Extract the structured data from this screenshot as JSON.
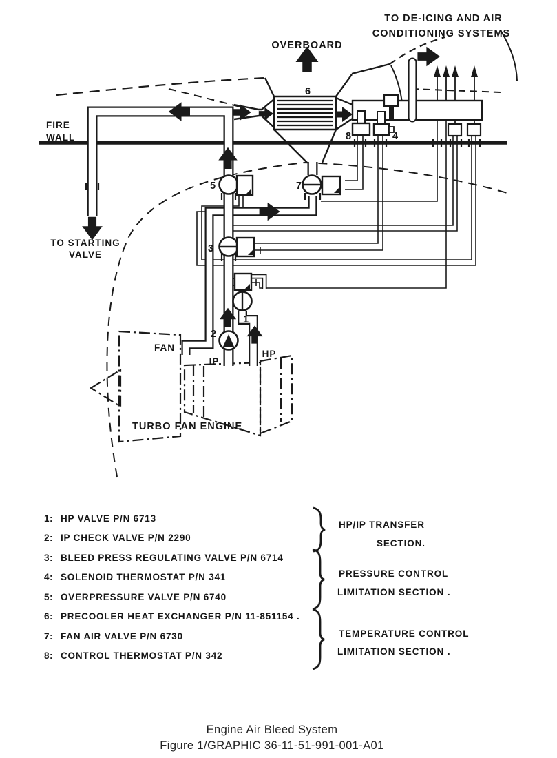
{
  "colors": {
    "ink": "#1a1a1a",
    "paper": "#ffffff"
  },
  "labels": {
    "deicing1": "TO DE-ICING AND AIR",
    "deicing2": "CONDITIONING SYSTEMS",
    "overboard": "OVERBOARD",
    "firewall1": "FIRE",
    "firewall2": "WALL",
    "starting1": "TO STARTING",
    "starting2": "VALVE",
    "fan": "FAN",
    "ip": "IP",
    "hp": "HP",
    "engine": "TURBO FAN ENGINE",
    "n1": "1",
    "n2": "2",
    "n3": "3",
    "n4": "4",
    "n5": "5",
    "n6": "6",
    "n7": "7",
    "n8": "8"
  },
  "legend": {
    "items": [
      {
        "num": "1:",
        "text": "HP VALVE P/N 6713"
      },
      {
        "num": "2:",
        "text": "IP CHECK VALVE P/N 2290"
      },
      {
        "num": "3:",
        "text": "BLEED PRESS REGULATING VALVE P/N 6714"
      },
      {
        "num": "4:",
        "text": "SOLENOID THERMOSTAT P/N 341"
      },
      {
        "num": "5:",
        "text": "OVERPRESSURE VALVE P/N 6740"
      },
      {
        "num": "6:",
        "text": "PRECOOLER HEAT EXCHANGER P/N 11-851154 ."
      },
      {
        "num": "7:",
        "text": "FAN AIR VALVE P/N 6730"
      },
      {
        "num": "8:",
        "text": "CONTROL THERMOSTAT P/N 342"
      }
    ]
  },
  "sections": {
    "s1a": "HP/IP TRANSFER",
    "s1b": "SECTION.",
    "s2a": "PRESSURE CONTROL",
    "s2b": "LIMITATION SECTION .",
    "s3a": "TEMPERATURE CONTROL",
    "s3b": "LIMITATION SECTION ."
  },
  "caption": {
    "line1": "Engine Air Bleed System",
    "line2": "Figure 1/GRAPHIC 36-11-51-991-001-A01"
  }
}
